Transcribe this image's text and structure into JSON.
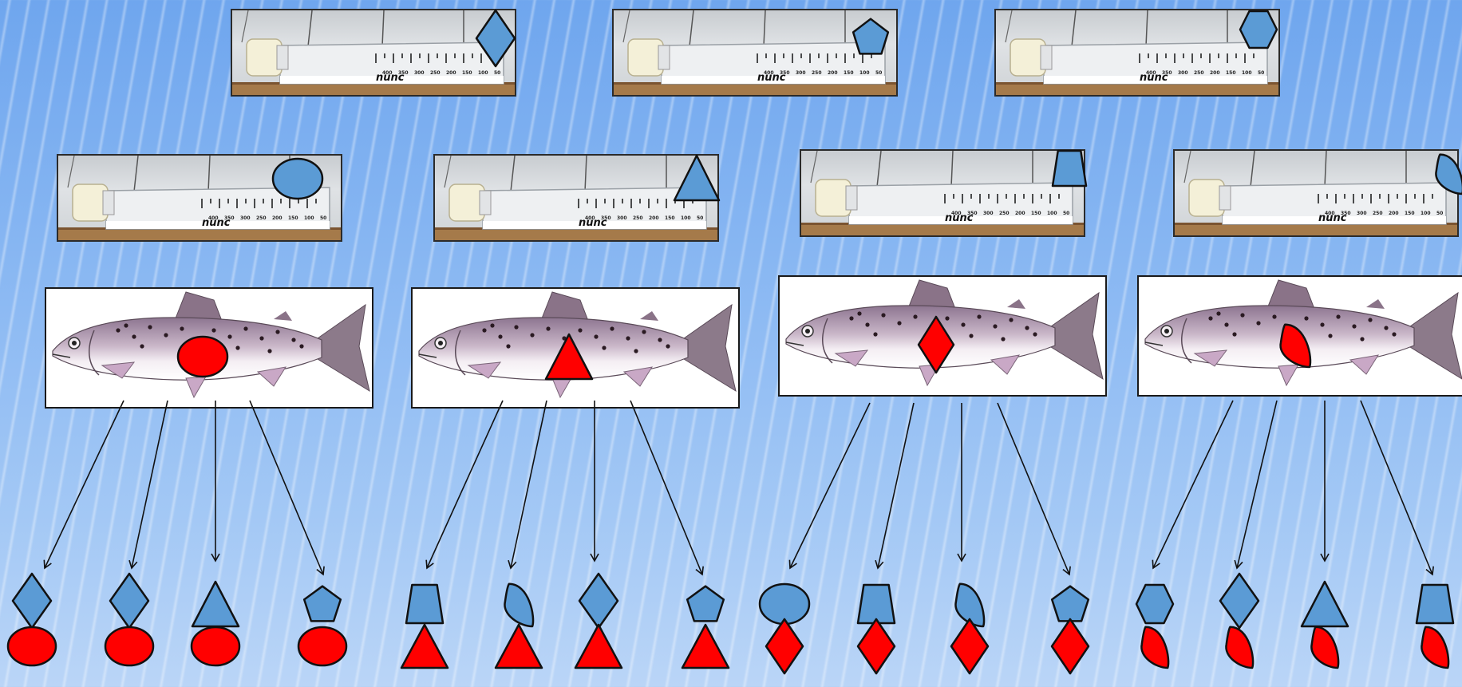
{
  "colors": {
    "marker_blue": "#5b9bd5",
    "marker_red": "#ff0000",
    "outline": "#111111"
  },
  "flask_label": "nunc",
  "flask_scale_ticks": [
    "400",
    "350",
    "300",
    "250",
    "200",
    "150",
    "100",
    "50"
  ],
  "flasks": [
    {
      "shape": "diamond"
    },
    {
      "shape": "pentagon"
    },
    {
      "shape": "hexagon"
    },
    {
      "shape": "ellipse"
    },
    {
      "shape": "triangle"
    },
    {
      "shape": "trapezoid"
    },
    {
      "shape": "half-ellipse"
    }
  ],
  "fish": [
    {
      "marker": "ellipse"
    },
    {
      "marker": "triangle"
    },
    {
      "marker": "diamond"
    },
    {
      "marker": "half-ellipse"
    }
  ],
  "offspring_groups": [
    {
      "parent_marker": "ellipse",
      "pairs": [
        {
          "blue": "diamond",
          "red": "ellipse"
        },
        {
          "blue": "diamond",
          "red": "ellipse"
        },
        {
          "blue": "triangle",
          "red": "ellipse"
        },
        {
          "blue": "pentagon",
          "red": "ellipse"
        }
      ]
    },
    {
      "parent_marker": "triangle",
      "pairs": [
        {
          "blue": "trapezoid",
          "red": "triangle"
        },
        {
          "blue": "half-ellipse",
          "red": "triangle"
        },
        {
          "blue": "diamond",
          "red": "triangle"
        },
        {
          "blue": "pentagon",
          "red": "triangle"
        }
      ]
    },
    {
      "parent_marker": "diamond",
      "pairs": [
        {
          "blue": "ellipse",
          "red": "diamond"
        },
        {
          "blue": "trapezoid",
          "red": "diamond"
        },
        {
          "blue": "half-ellipse",
          "red": "diamond"
        },
        {
          "blue": "pentagon",
          "red": "diamond"
        }
      ]
    },
    {
      "parent_marker": "half-ellipse",
      "pairs": [
        {
          "blue": "hexagon",
          "red": "half-ellipse"
        },
        {
          "blue": "diamond",
          "red": "half-ellipse"
        },
        {
          "blue": "triangle",
          "red": "half-ellipse"
        },
        {
          "blue": "trapezoid",
          "red": "half-ellipse"
        }
      ]
    }
  ]
}
